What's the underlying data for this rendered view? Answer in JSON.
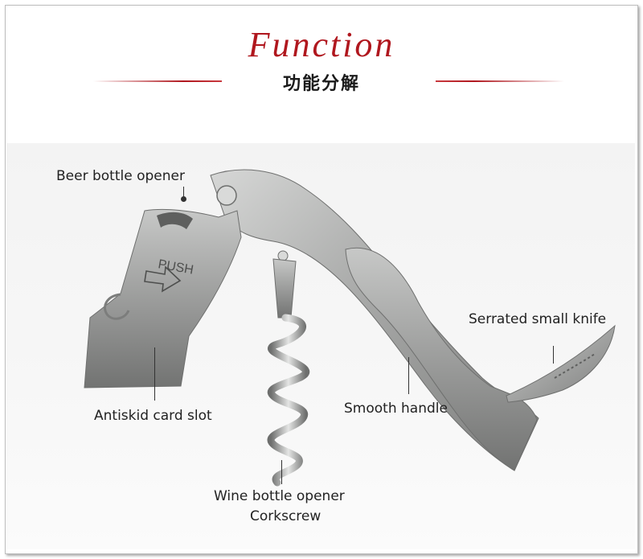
{
  "header": {
    "title": "Function",
    "subtitle": "功能分解"
  },
  "product": {
    "stamp_text": "PUSH"
  },
  "callouts": {
    "beer_opener": "Beer bottle opener",
    "serrated_knife": "Serrated small knife",
    "antiskid_slot": "Antiskid card slot",
    "smooth_handle": "Smooth handle",
    "wine_opener_line1": "Wine bottle opener",
    "wine_opener_line2": "Corkscrew"
  },
  "colors": {
    "title_red": "#b0171e",
    "text": "#222222",
    "steel": "#a9aaa9"
  }
}
